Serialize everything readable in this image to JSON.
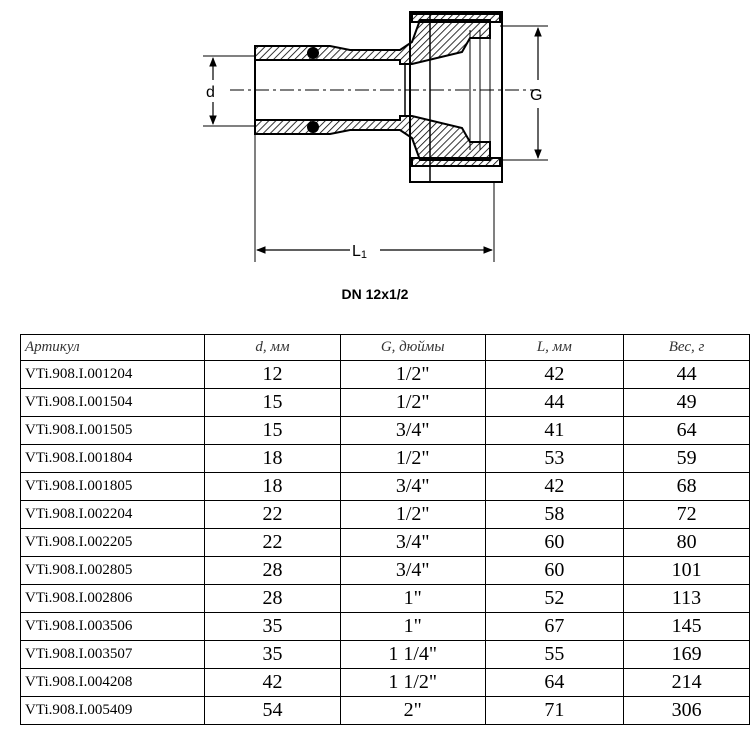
{
  "drawing": {
    "labels": {
      "d": "d",
      "G": "G",
      "L1_main": "L",
      "L1_sub": "1"
    }
  },
  "caption": "DN 12x1/2",
  "table": {
    "headers": [
      "Артикул",
      "d, мм",
      "G, дюймы",
      "L, мм",
      "Вес, г"
    ],
    "rows": [
      [
        "VTi.908.I.001204",
        "12",
        "1/2\"",
        "42",
        "44"
      ],
      [
        "VTi.908.I.001504",
        "15",
        "1/2\"",
        "44",
        "49"
      ],
      [
        "VTi.908.I.001505",
        "15",
        "3/4\"",
        "41",
        "64"
      ],
      [
        "VTi.908.I.001804",
        "18",
        "1/2\"",
        "53",
        "59"
      ],
      [
        "VTi.908.I.001805",
        "18",
        "3/4\"",
        "42",
        "68"
      ],
      [
        "VTi.908.I.002204",
        "22",
        "1/2\"",
        "58",
        "72"
      ],
      [
        "VTi.908.I.002205",
        "22",
        "3/4\"",
        "60",
        "80"
      ],
      [
        "VTi.908.I.002805",
        "28",
        "3/4\"",
        "60",
        "101"
      ],
      [
        "VTi.908.I.002806",
        "28",
        "1\"",
        "52",
        "113"
      ],
      [
        "VTi.908.I.003506",
        "35",
        "1\"",
        "67",
        "145"
      ],
      [
        "VTi.908.I.003507",
        "35",
        "1 1/4\"",
        "55",
        "169"
      ],
      [
        "VTi.908.I.004208",
        "42",
        "1 1/2\"",
        "64",
        "214"
      ],
      [
        "VTi.908.I.005409",
        "54",
        "2\"",
        "71",
        "306"
      ]
    ]
  }
}
